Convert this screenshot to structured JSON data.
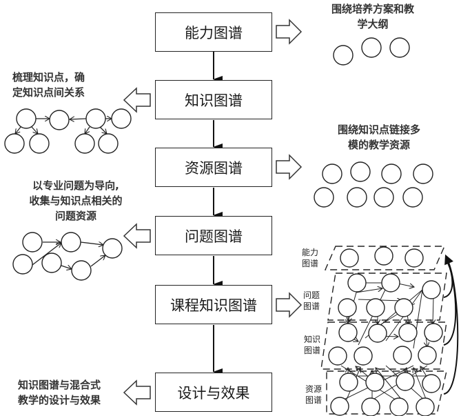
{
  "flow": {
    "steps": [
      {
        "label": "能力图谱"
      },
      {
        "label": "知识图谱"
      },
      {
        "label": "资源图谱"
      },
      {
        "label": "问题图谱"
      },
      {
        "label": "课程知识图谱"
      },
      {
        "label": "设计与效果"
      }
    ]
  },
  "annotations": {
    "ability": {
      "line1": "围绕培养方案和教",
      "line2": "学大纲"
    },
    "knowledge": {
      "line1": "梳理知识点，确",
      "line2": "定知识点间关系"
    },
    "resource": {
      "line1": "围绕知识点链接多",
      "line2": "模的教学资源"
    },
    "problem": {
      "line1": "以专业问题为导向,",
      "line2": "收集与知识点相关的",
      "line3": "问题资源"
    },
    "design": {
      "line1": "知识图谱与混合式",
      "line2": "教学的设计与效果"
    }
  },
  "course_graph": {
    "layers": [
      {
        "label_line1": "能力",
        "label_line2": "图谱"
      },
      {
        "label_line1": "问题",
        "label_line2": "图谱"
      },
      {
        "label_line1": "知识",
        "label_line2": "图谱"
      },
      {
        "label_line1": "资源",
        "label_line2": "图谱"
      }
    ]
  }
}
